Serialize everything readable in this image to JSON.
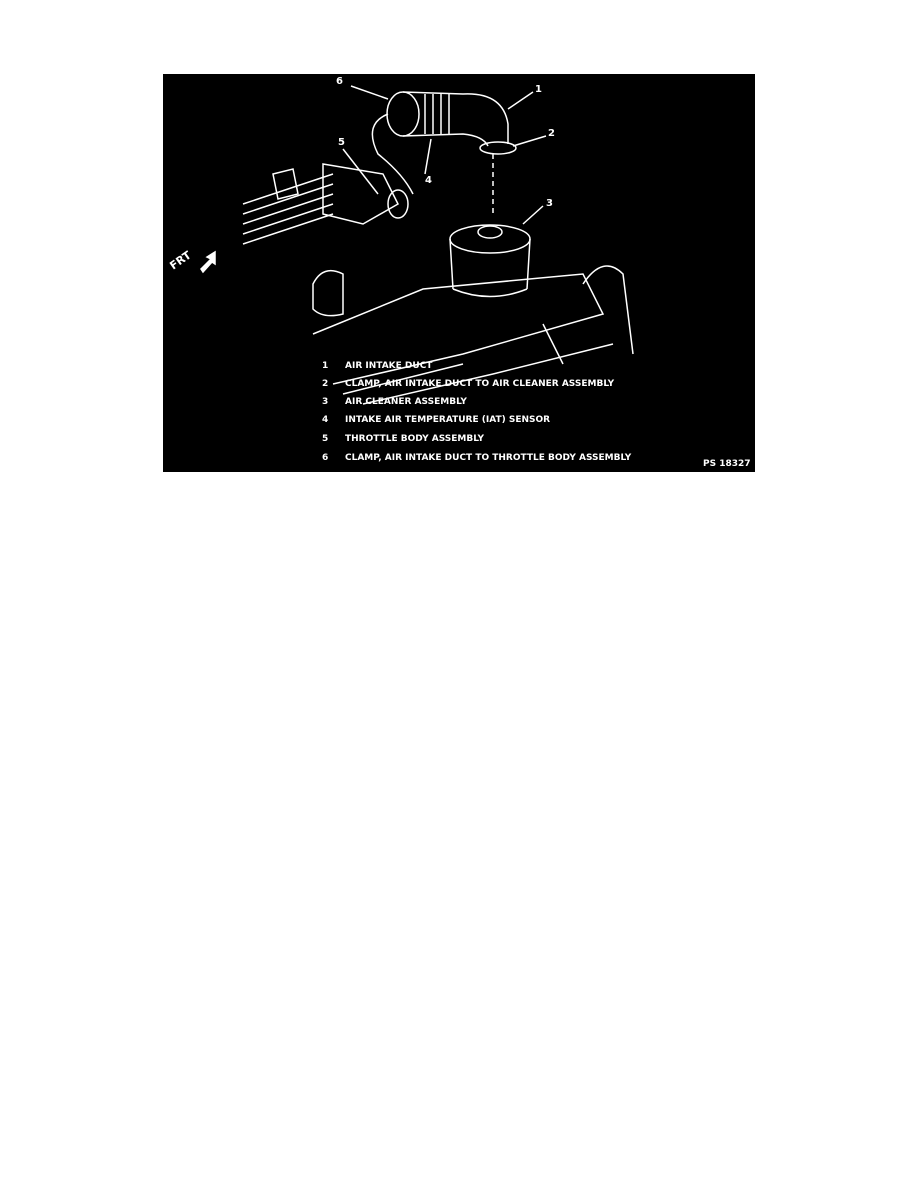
{
  "figure": {
    "direction_label": "FRT",
    "callouts": [
      "1",
      "2",
      "3",
      "4",
      "5",
      "6"
    ],
    "legend": [
      {
        "num": "1",
        "text": "AIR INTAKE DUCT"
      },
      {
        "num": "2",
        "text": "CLAMP, AIR INTAKE DUCT TO AIR CLEANER ASSEMBLY"
      },
      {
        "num": "3",
        "text": "AIR CLEANER ASSEMBLY"
      },
      {
        "num": "4",
        "text": "INTAKE AIR TEMPERATURE (IAT) SENSOR"
      },
      {
        "num": "5",
        "text": "THROTTLE BODY ASSEMBLY"
      },
      {
        "num": "6",
        "text": "CLAMP, AIR INTAKE DUCT TO THROTTLE BODY ASSEMBLY"
      }
    ],
    "figure_id": "PS 18327",
    "colors": {
      "background": "#000000",
      "line": "#ffffff"
    }
  }
}
